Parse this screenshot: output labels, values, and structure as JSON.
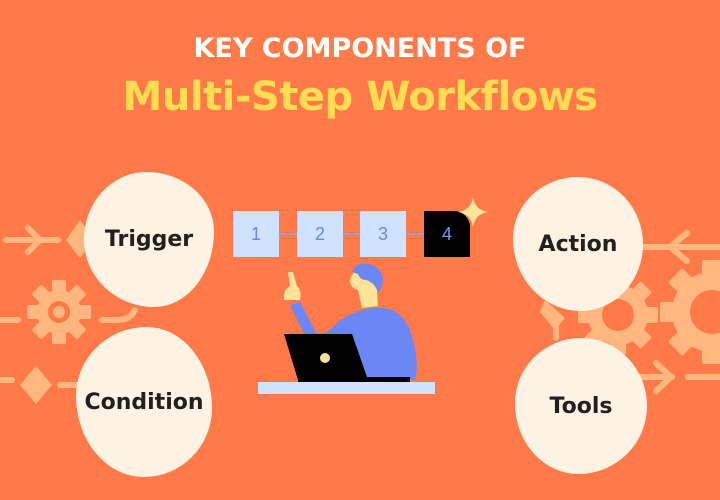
{
  "title": {
    "line1": "KEY COMPONENTS OF",
    "line2": "Multi-Step Workflows"
  },
  "components": [
    {
      "label": "Trigger"
    },
    {
      "label": "Condition"
    },
    {
      "label": "Action"
    },
    {
      "label": "Tools"
    }
  ],
  "steps": [
    {
      "label": "1",
      "active": false
    },
    {
      "label": "2",
      "active": false
    },
    {
      "label": "3",
      "active": false
    },
    {
      "label": "4",
      "active": true
    }
  ],
  "colors": {
    "background": "#ff7a48",
    "title_white": "#ffffff",
    "title_yellow": "#ffdc52",
    "blob": "#fdf3e4",
    "decoration": "#ffb77f",
    "step_box": "#cfe2ff",
    "step_text": "#6b86e6",
    "person_blue": "#6b86f5",
    "skin": "#ffe39a"
  },
  "icons": [
    "gear-icon",
    "arrow-right-icon",
    "arrow-left-icon",
    "diamond-icon",
    "sparkle-icon",
    "laptop-icon",
    "person-illustration"
  ]
}
